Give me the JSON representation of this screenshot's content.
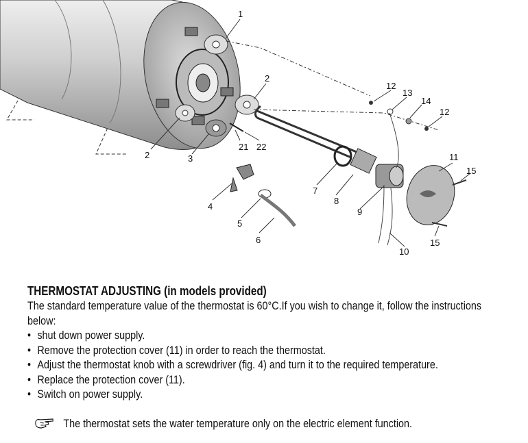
{
  "diagram": {
    "callouts": [
      "1",
      "2",
      "2",
      "3",
      "4",
      "5",
      "6",
      "7",
      "8",
      "9",
      "10",
      "11",
      "12",
      "12",
      "13",
      "14",
      "15",
      "15",
      "21",
      "22"
    ]
  },
  "section": {
    "title": "THERMOSTAT ADJUSTING (in models provided)",
    "intro": "The standard temperature value of the thermostat is 60°C.If you wish to change it, follow the instructions below:",
    "steps": [
      "shut down power supply.",
      "Remove the protection cover (11) in order to reach the thermostat.",
      "Adjust the thermostat knob with a screwdriver (fig. 4) and turn it to the required temperature.",
      "Replace the protection cover (11).",
      "Switch on power supply."
    ],
    "note_icon": "pointing-hand-icon",
    "note": "The thermostat sets the water temperature only on the electric element function."
  }
}
